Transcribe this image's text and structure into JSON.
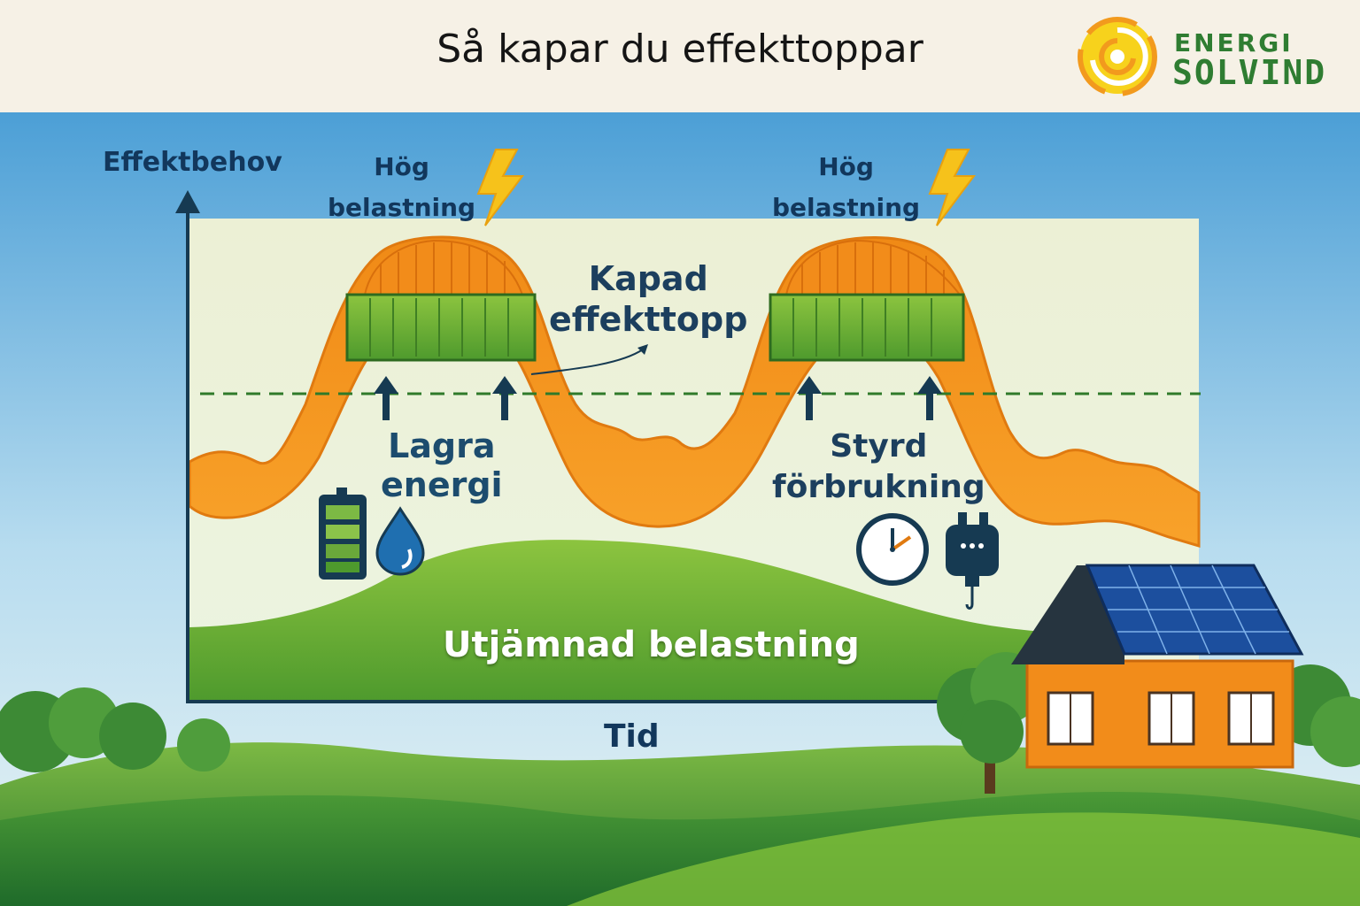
{
  "header": {
    "title": "Så kapar du effekttoppar",
    "logo": {
      "line1": "ENERGI",
      "line2": "SOLVIND"
    }
  },
  "diagram": {
    "y_axis_label": "Effektbehov",
    "x_axis_label": "Tid",
    "peak_label_left": {
      "line1": "Hög",
      "line2": "belastning"
    },
    "peak_label_right": {
      "line1": "Hög",
      "line2": "belastning"
    },
    "cut_peak_label": {
      "line1": "Kapad",
      "line2": "effekttopp"
    },
    "store_energy_label": {
      "line1": "Lagra",
      "line2": "energi"
    },
    "controlled_label": {
      "line1": "Styrd",
      "line2": "förbrukning"
    },
    "smoothed_label": "Utjämnad belastning",
    "icons": [
      "lightning-icon",
      "battery-icon",
      "water-drop-icon",
      "clock-icon",
      "plug-icon",
      "house-icon",
      "solar-panel-icon"
    ]
  },
  "colors": {
    "accent_orange": "#f39a1e",
    "green_band": "#6fb63c",
    "dark_blue": "#12375c",
    "lightning_yellow": "#f6c21b"
  }
}
